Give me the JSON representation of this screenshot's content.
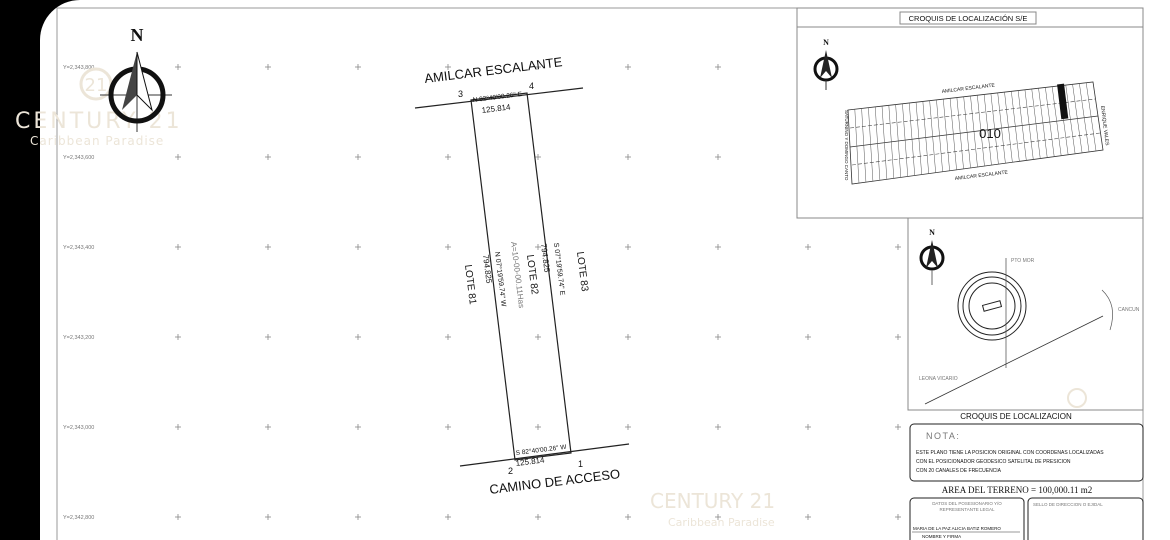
{
  "plan": {
    "north_label": "N",
    "y_coords": [
      "Y=2,343,800",
      "Y=2,343,600",
      "Y=2,343,400",
      "Y=2,343,200",
      "Y=2,343,000",
      "Y=2,342,800"
    ],
    "street_top": "AMILCAR ESCALANTE",
    "street_bottom": "CAMINO DE ACCESO",
    "vertices": {
      "v1": "1",
      "v2": "2",
      "v3": "3",
      "v4": "4"
    },
    "bearing_top": "N 82°40'00.26\" E",
    "bearing_bottom": "S 82°40'00.26\" W",
    "length_top": "125.814",
    "length_bottom": "125.814",
    "bearing_left": "N 07°19'59.74\" W",
    "bearing_right": "S 07°19'59.74\" E",
    "length_left": "794.825",
    "length_right": "794.825",
    "lot_left": "LOTE 81",
    "lot_center": "LOTE 82",
    "lot_right": "LOTE 83",
    "lot_area": "A=10-00-00.11Has"
  },
  "location_sketch": {
    "title": "CROQUIS DE LOCALIZACIÓN S/E",
    "north_label": "N",
    "street_top": "AMILCAR ESCALANTE",
    "street_bottom": "AMILCAR ESCALANTE",
    "street_right": "ENRIQUE VALES",
    "street_left": "SATURNINO Y DOMINGO CANTO",
    "block_number": "010"
  },
  "region_sketch": {
    "north_label": "N",
    "place_top": "PTO MOR",
    "place_right": "CANCUN",
    "place_left": "LEONA VICARIO",
    "caption": "CROQUIS DE LOCALIZACION"
  },
  "note": {
    "heading": "NOTA:",
    "lines": [
      "ESTE PLANO TIENE LA POSICION ORIGINAL CON COORDENAS LOCALIZADAS",
      "CON EL POSICIONADOR GEODESICO SATELITAL DE PRESICION",
      "CON 20 CANALES DE FRECUENCIA"
    ]
  },
  "area_label": "AREA DEL TERRENO = 100,000.11 m2",
  "owner_box": {
    "heading_1": "DATOS DEL POSESIONARIO Y/O",
    "heading_2": "REPRESENTANTE LEGAL",
    "name": "MARIA DE LA PAZ ALICIA BATIZ ROMERO",
    "signature_label": "NOMBRE Y FIRMA"
  },
  "seal_box": {
    "heading": "SELLO DE DIRECCION O EJIDAL"
  },
  "watermark": {
    "logo": "21",
    "brand": "CENTURY 21",
    "sub": "Caribbean Paradise"
  }
}
